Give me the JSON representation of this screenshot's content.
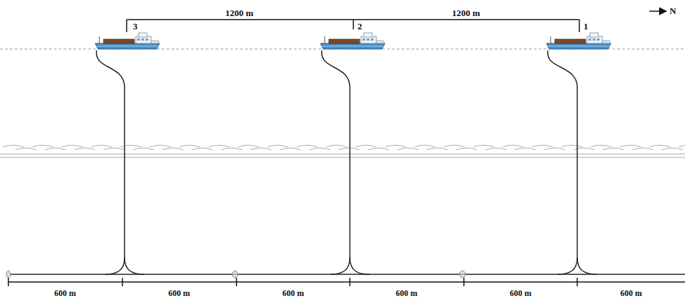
{
  "diagram": {
    "labels": [
      "1200 m",
      "1200 m",
      "3",
      "2",
      "1",
      "N",
      "600 m",
      "600 m",
      "600 m",
      "600 m",
      "600 m",
      "600 m"
    ]
  }
}
